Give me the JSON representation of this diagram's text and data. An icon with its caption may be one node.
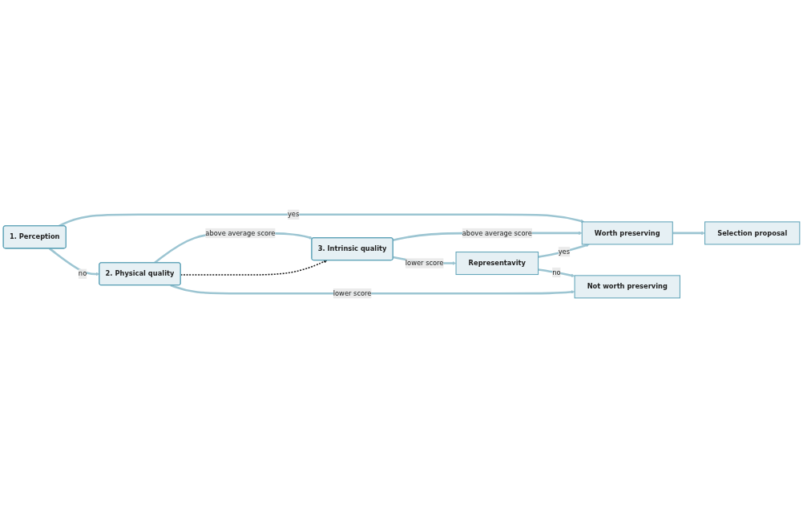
{
  "diagram": {
    "nodes": [
      {
        "text": [
          "1. Perception"
        ]
      },
      {
        "text": [
          "2. Physical quality"
        ]
      },
      {
        "text": [
          "3. Intrinsic quality"
        ]
      },
      {
        "text": [
          "Representavity"
        ]
      },
      {
        "text": [
          "Worth preserving"
        ]
      },
      {
        "text": [
          "Selection proposal"
        ]
      },
      {
        "text": [
          "Not worth preserving"
        ]
      }
    ],
    "edges": [
      {
        "from": 0,
        "to": 4,
        "arrow": "to",
        "label": "yes"
      },
      {
        "from": 0,
        "to": 1,
        "arrow": "to",
        "label": "no"
      },
      {
        "from": 1,
        "to": 2,
        "arrow": "to",
        "label": "above average score"
      },
      {
        "from": 1,
        "to": 2,
        "arrow": "to",
        "style": "dashed",
        "color": "#222222"
      },
      {
        "from": 1,
        "to": 6,
        "arrow": "to",
        "label": "lower score"
      },
      {
        "from": 2,
        "to": 4,
        "arrow": "to",
        "label": "above average score"
      },
      {
        "from": 2,
        "to": 3,
        "arrow": "to",
        "label": "lower score"
      },
      {
        "from": 3,
        "to": 4,
        "arrow": "to",
        "label": "yes"
      },
      {
        "from": 3,
        "to": 6,
        "arrow": "to",
        "label": "no"
      },
      {
        "from": 4,
        "to": 5,
        "arrow": "to"
      }
    ]
  }
}
